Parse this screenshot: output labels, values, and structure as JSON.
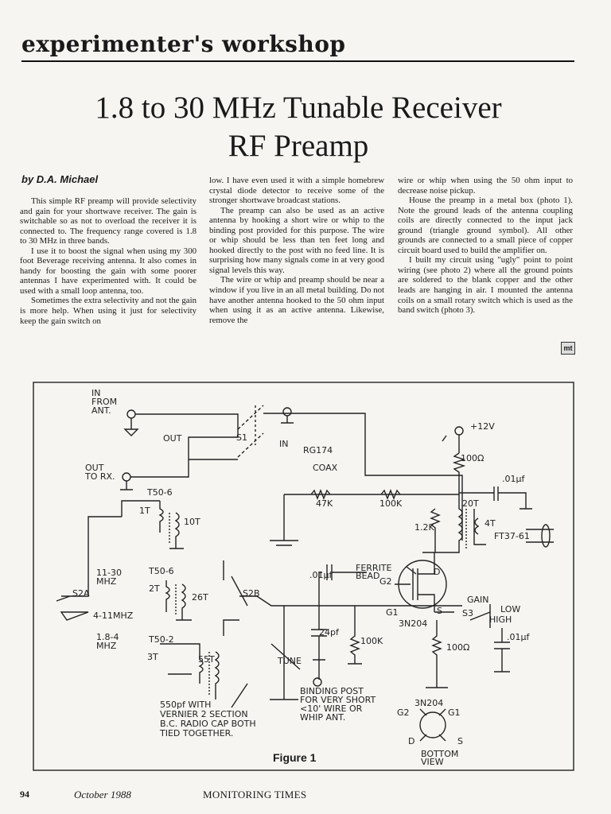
{
  "header": {
    "section": "experimenter's workshop"
  },
  "article": {
    "title_line1": "1.8 to 30 MHz Tunable Receiver",
    "title_line2": "RF Preamp",
    "byline": "by D.A. Michael",
    "col1": [
      "This simple RF preamp will provide selectivity and gain for your shortwave receiver. The gain is switchable so as not to overload the receiver it is connected to. The frequency range covered is 1.8 to 30 MHz in three bands.",
      "I use it to boost the signal when using my 300 foot Beverage receiving antenna. It also comes in handy for boosting the gain with some poorer antennas I have experimented with. It could be used with a small loop antenna, too.",
      "Sometimes the extra selectivity and not the gain is more help. When using it just for selectivity keep the gain switch on"
    ],
    "col2": [
      "low. I have even used it with a simple homebrew crystal diode detector to receive some of the stronger shortwave broadcast stations.",
      "The preamp can also be used as an active antenna by hooking a short wire or whip to the binding post provided for this purpose. The wire or whip should be less than ten feet long and hooked directly to the post with no feed line. It is surprising how many signals come in at very good signal levels this way.",
      "The wire or whip and preamp should be near a window if you live in an all metal building. Do not have another antenna hooked to the 50 ohm input when using it as an active antenna. Likewise, remove the"
    ],
    "col3": [
      "wire or whip when using the 50 ohm input to decrease noise pickup.",
      "House the preamp in a metal box (photo 1). Note the ground leads of the antenna coupling coils are directly connected to the input jack ground (triangle ground symbol). All other grounds are connected to a small piece of copper circuit board used to build the amplifier on.",
      "I built my circuit using \"ugly\" point to point wiring (see photo 2) where all the ground points are soldered to the blank copper and the other leads are hanging in air. I mounted the antenna coils on a small rotary switch which is used as the band switch (photo 3)."
    ],
    "end_logo": "mt"
  },
  "figure": {
    "caption": "Figure 1",
    "labels": {
      "in_from_ant": [
        "IN",
        "FROM",
        "ANT."
      ],
      "out_to_rx": [
        "OUT",
        "TO RX."
      ],
      "out": "OUT",
      "s1": "S1",
      "in": "IN",
      "rg174": "RG174",
      "coax": "COAX",
      "plus12v": "+12V",
      "r100_top": "100Ω",
      "c01_top": ".01µf",
      "r47k": "47K",
      "r100k_top": "100K",
      "t20": "20T",
      "r12k": "1.2K",
      "t4": "4T",
      "ft37": "FT37-61",
      "t50_6a": "T50-6",
      "t1": "1T",
      "t10": "10T",
      "band1": [
        "11-30",
        "MHZ"
      ],
      "t50_6b": "T50-6",
      "s2a": "S2A",
      "t2": "2T",
      "t26": "26T",
      "s2b": "S2B",
      "band2": "4-11MHZ",
      "c01_mid": ".01µf",
      "ferrite": [
        "FERRITE",
        "BEAD"
      ],
      "g2": "G2",
      "d": "D",
      "gain": "GAIN",
      "low": "LOW",
      "high": "HIGH",
      "g1": "G1",
      "s": "S",
      "s3": "S3",
      "part3n204": "3N204",
      "band3": [
        "1.8-4",
        "MHZ"
      ],
      "t50_2": "T50-2",
      "c24": "24pf",
      "r100k_bot": "100K",
      "r100_bot": "100Ω",
      "c01_bot": ".01µf",
      "t3": "3T",
      "t55": "55T",
      "tune": "TUNE",
      "binding": [
        "BINDING POST",
        "FOR VERY SHORT",
        "<10' WIRE OR",
        "WHIP ANT."
      ],
      "cap_note": [
        "550pf WITH",
        "VERNIER 2 SECTION",
        "B.C. RADIO CAP BOTH",
        "TIED TOGETHER."
      ],
      "pin_3n204": "3N204",
      "pin_g2": "G2",
      "pin_g1": "G1",
      "pin_d": "D",
      "pin_s": "S",
      "bottom_view": [
        "BOTTOM",
        "VIEW"
      ]
    }
  },
  "footer": {
    "page": "94",
    "date": "October 1988",
    "publication": "MONITORING TIMES"
  }
}
